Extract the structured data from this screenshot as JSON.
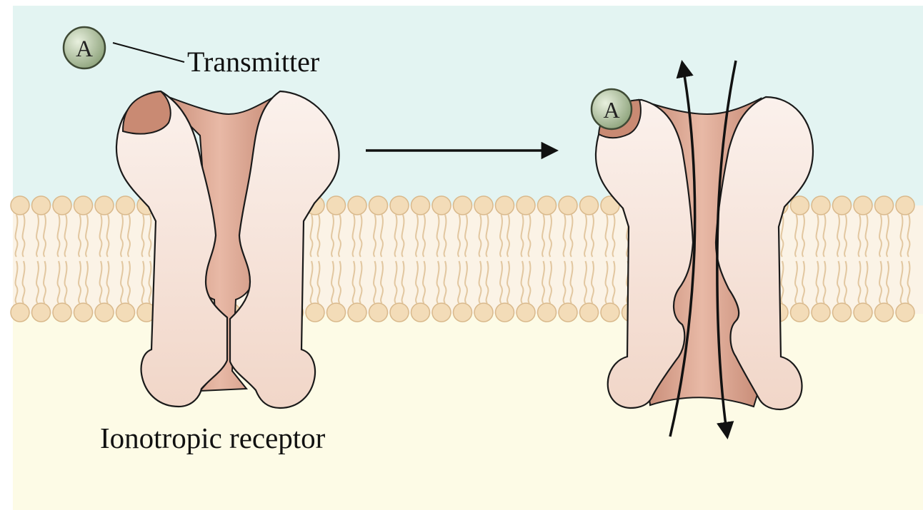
{
  "labels": {
    "transmitter": "Transmitter",
    "receptor": "Ionotropic receptor"
  },
  "transmitter_symbol": "A",
  "colors": {
    "extracellular": "#e3f4f2",
    "intracellular": "#fdfbe6",
    "membrane_head": "#f3dcb8",
    "membrane_edge": "#d9b98c",
    "membrane_tail": "#e2c7a0",
    "receptor_body": "#f6e3da",
    "receptor_light": "#fbf1ec",
    "pore_tissue": "#cf9a86",
    "pore_dark": "#b97662",
    "transmitter_fill": "#b9c9a9",
    "transmitter_stroke": "#3f4a35",
    "outline": "#1a1a1a"
  },
  "icons": {
    "transmitter": "circle-with-letter",
    "process_arrow": "right-arrow",
    "ion_flow": "bidirectional-curved-arrows"
  }
}
